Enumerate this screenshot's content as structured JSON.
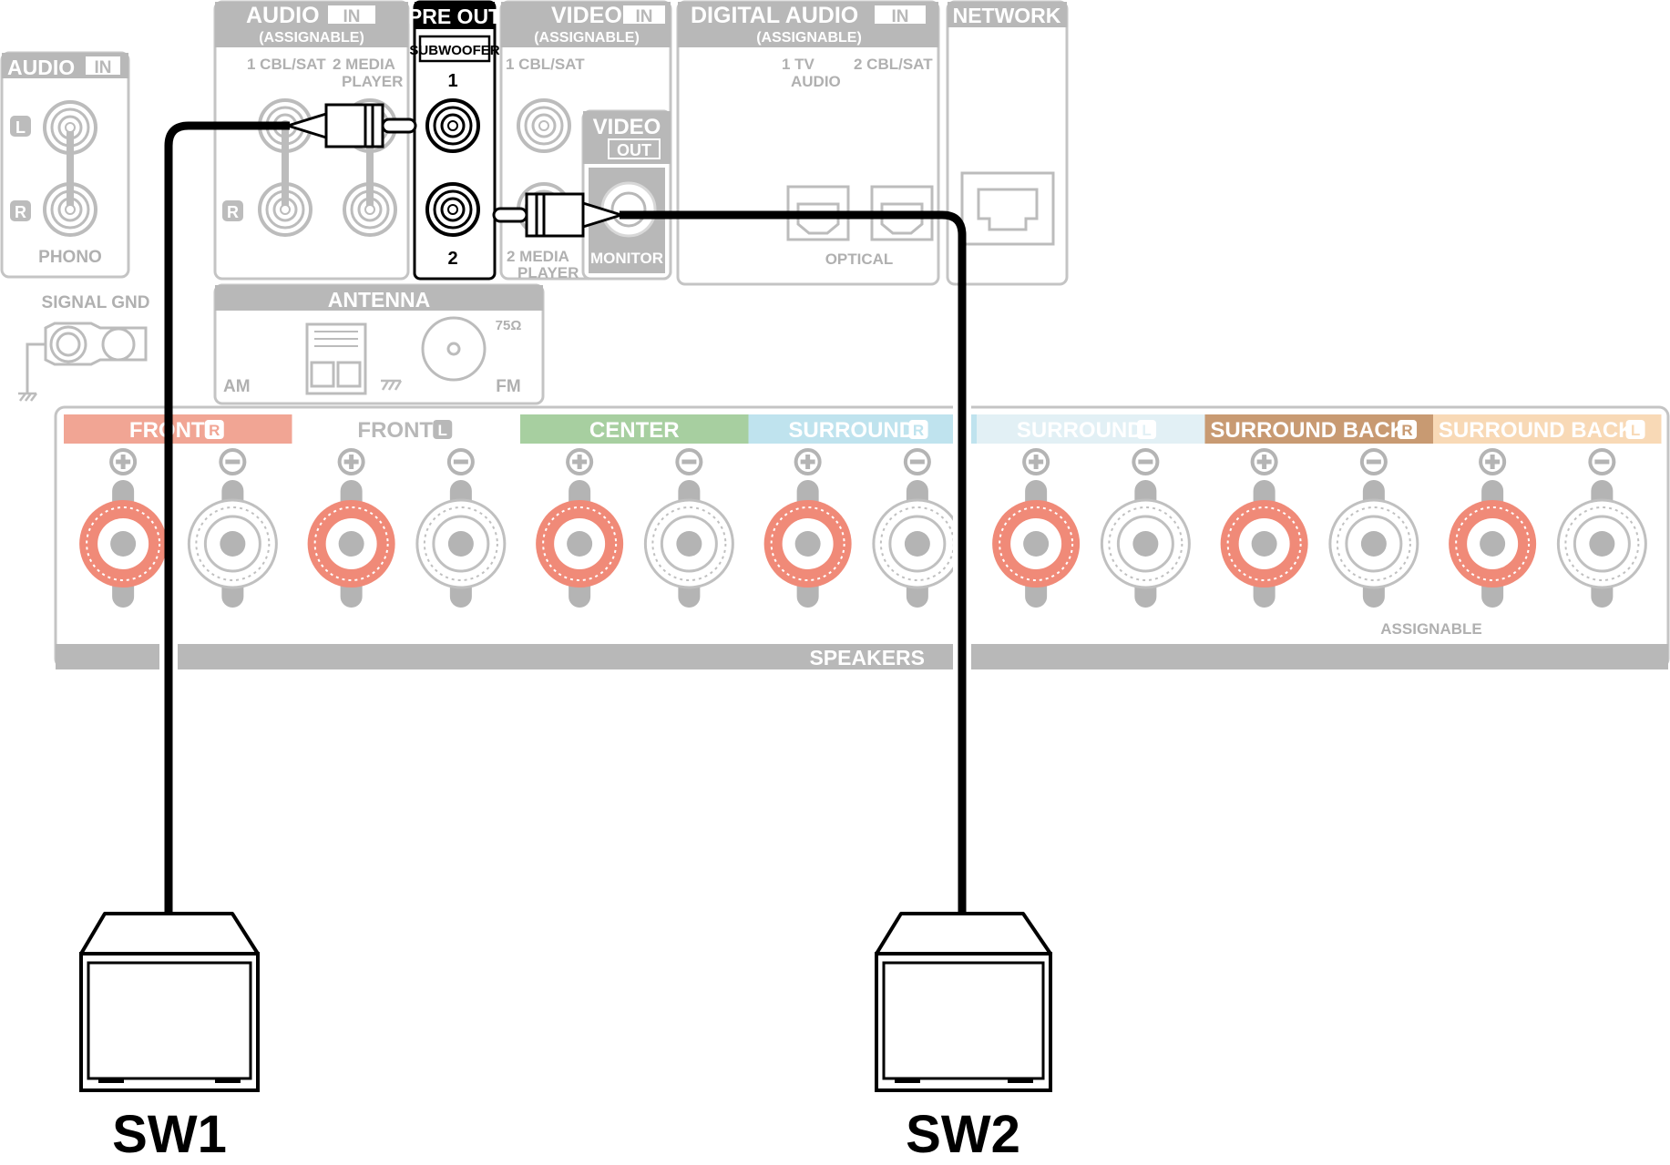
{
  "panel": {
    "audio_in_left": {
      "title": "AUDIO",
      "badge": "IN",
      "l": "L",
      "r": "R",
      "caption": "PHONO"
    },
    "signal_gnd": "SIGNAL GND",
    "audio_in_assignable": {
      "title": "AUDIO",
      "badge": "IN",
      "sub": "(ASSIGNABLE)",
      "input1": "1 CBL/SAT",
      "input2": "2  MEDIA",
      "input2b": "PLAYER",
      "r": "R"
    },
    "pre_out": {
      "title": "PRE OUT",
      "sub": "SUBWOOFER",
      "n1": "1",
      "n2": "2"
    },
    "video_in": {
      "title": "VIDEO",
      "badge": "IN",
      "sub": "(ASSIGNABLE)",
      "input1": "1 CBL/SAT",
      "input2": "2  MEDIA",
      "input2b": "PLAYER"
    },
    "video_out": {
      "title": "VIDEO",
      "badge": "OUT",
      "monitor": "MONITOR"
    },
    "digital_audio_in": {
      "title": "DIGITAL AUDIO",
      "badge": "IN",
      "sub": "(ASSIGNABLE)",
      "input1": "1   TV",
      "input1b": "AUDIO",
      "input2": "2 CBL/SAT",
      "caption": "OPTICAL"
    },
    "network": {
      "title": "NETWORK"
    },
    "antenna": {
      "title": "ANTENNA",
      "am": "AM",
      "fm": "FM",
      "ohm": "75Ω"
    },
    "speakers": {
      "footer": "SPEAKERS",
      "assignable": "ASSIGNABLE",
      "plus": "+",
      "minus": "−",
      "groups": [
        {
          "label": "FRONT",
          "side": "R",
          "color": "#f1a594"
        },
        {
          "label": "FRONT",
          "side": "L",
          "color": "#ffffff"
        },
        {
          "label": "CENTER",
          "side": "",
          "color": "#a7cfa0"
        },
        {
          "label": "SURROUND",
          "side": "R",
          "color": "#bfe3ee"
        },
        {
          "label": "SURROUND",
          "side": "L",
          "color": "#e2f0f5"
        },
        {
          "label": "SURROUND BACK",
          "side": "R",
          "color": "#c89a72"
        },
        {
          "label": "SURROUND BACK",
          "side": "L",
          "color": "#f8d9b6"
        }
      ]
    }
  },
  "subwoofers": {
    "sw1": "SW1",
    "sw2": "SW2"
  },
  "colors": {
    "panel_gray": "#b8b8b8",
    "speaker_red": "#f08a78",
    "cable": "#000000"
  }
}
